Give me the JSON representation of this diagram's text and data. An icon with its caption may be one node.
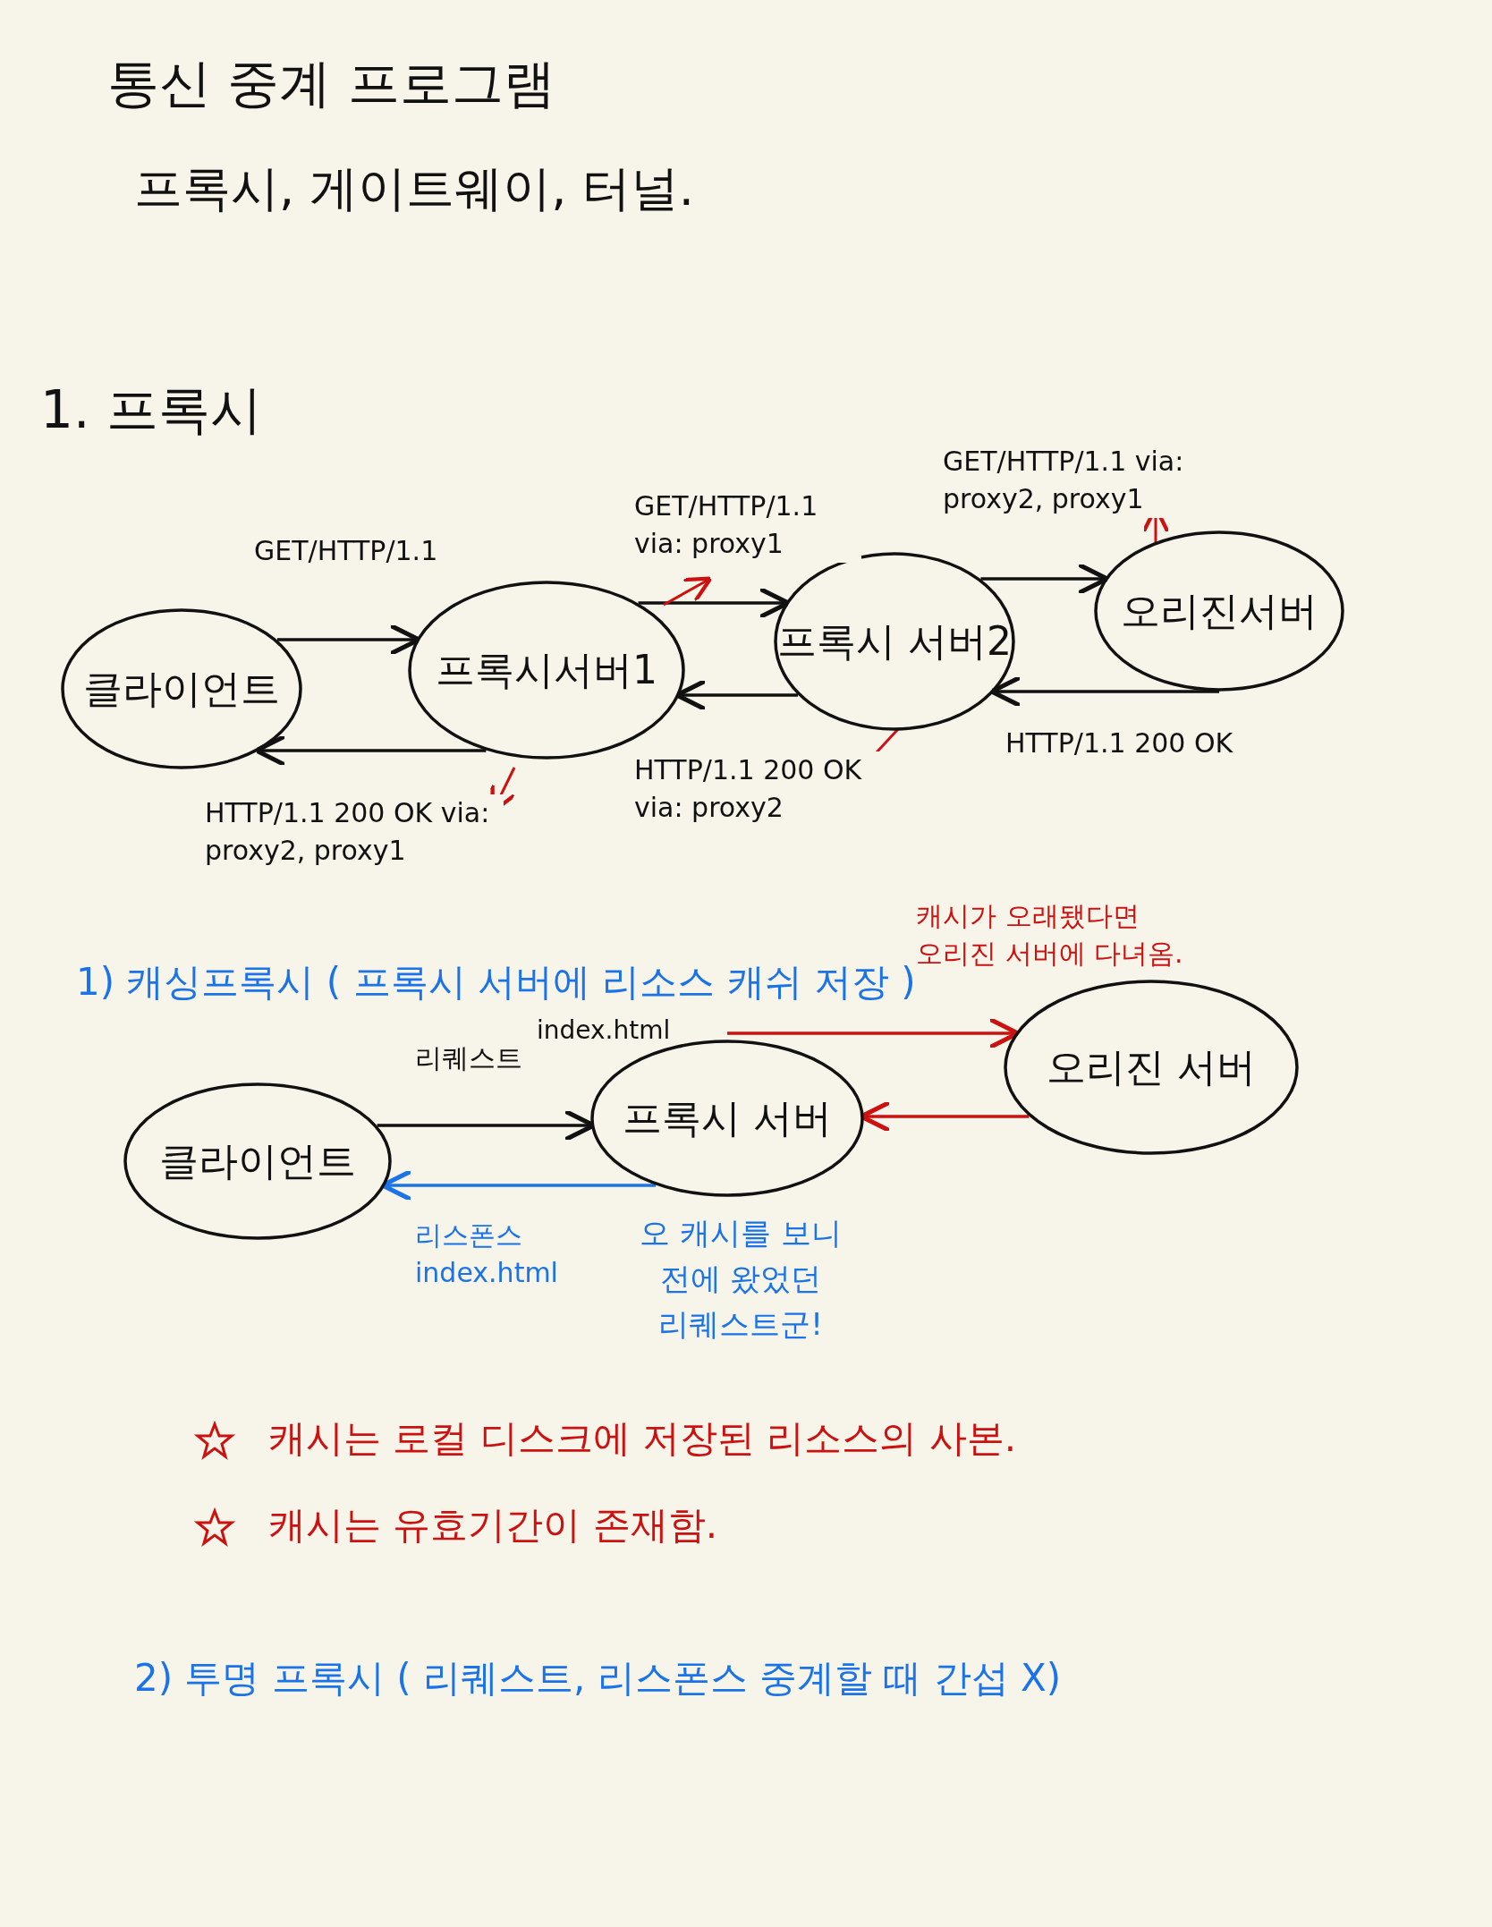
{
  "diagram": {
    "title": "통신 중계 프로그램",
    "nodes": [
      {
        "text": [
          "클라이언트"
        ]
      },
      {
        "text": [
          "프록시서버1"
        ]
      },
      {
        "text": [
          "프록시 서버2"
        ]
      },
      {
        "text": [
          "오리진서버"
        ]
      },
      {
        "text": [
          "클라이언트"
        ]
      },
      {
        "text": [
          "프록시 서버"
        ],
        "beside": [
          "오 캐시를 보니 전에 왔었던 리퀘스트군!"
        ]
      },
      {
        "text": [
          "오리진 서버"
        ]
      }
    ],
    "edges": [
      {
        "from": 0,
        "to": 1,
        "arrow": "to",
        "label": "GET/HTTP/1.1"
      },
      {
        "from": 1,
        "to": 2,
        "arrow": "to",
        "label": "GET/HTTP/1.1 via: proxy1"
      },
      {
        "from": 2,
        "to": 3,
        "arrow": "to",
        "label": "GET/HTTP/1.1 via: proxy2, proxy1"
      },
      {
        "from": 3,
        "to": 2,
        "arrow": "to",
        "label": "HTTP/1.1 200 OK"
      },
      {
        "from": 2,
        "to": 1,
        "arrow": "to",
        "label": "HTTP/1.1 200 OK via: proxy2"
      },
      {
        "from": 1,
        "to": 0,
        "arrow": "to",
        "label": "HTTP/1.1 200 OK via: proxy2, proxy1"
      },
      {
        "from": 4,
        "to": 5,
        "arrow": "to",
        "label": "리퀘스트"
      },
      {
        "from": 5,
        "to": 4,
        "arrow": "to",
        "label": "리스폰스 index.html",
        "color": "#1a73e8"
      },
      {
        "from": 5,
        "to": 6,
        "arrow": "to",
        "label": "캐시가 오래됐다면 오리진 서버에 다녀옴.",
        "color": "#cc1111"
      },
      {
        "from": 6,
        "to": 5,
        "arrow": "to",
        "color": "#cc1111"
      }
    ],
    "labels": [
      "프록시, 게이트웨이, 터널.",
      "1. 프록시",
      "1) 캐싱프록시 ( 프록시 서버에 리소스 캐쉬 저장 )",
      "index.html",
      "캐시는 로컬 디스크에 저장된 리소스의 사본.",
      "캐시는 유효기간이 존재함.",
      "2) 투명 프록시 ( 리퀘스트, 리스폰스 중계할 때 간섭 X)"
    ]
  }
}
